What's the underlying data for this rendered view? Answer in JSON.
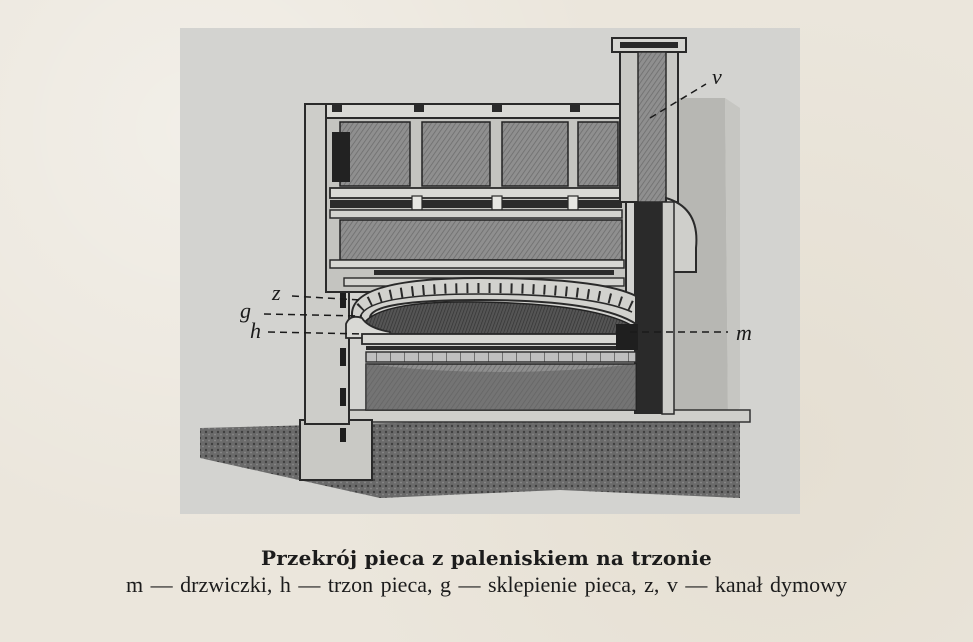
{
  "figure": {
    "labels": {
      "v": "v",
      "z": "z",
      "g": "g",
      "h": "h",
      "m": "m"
    }
  },
  "caption": {
    "title": "Przekrój pieca z paleniskiem na trzonie",
    "legend": "m — drzwiczki, h — trzon  pieca, g — sklepienie  pieca, z, v — kanał dymowy"
  }
}
